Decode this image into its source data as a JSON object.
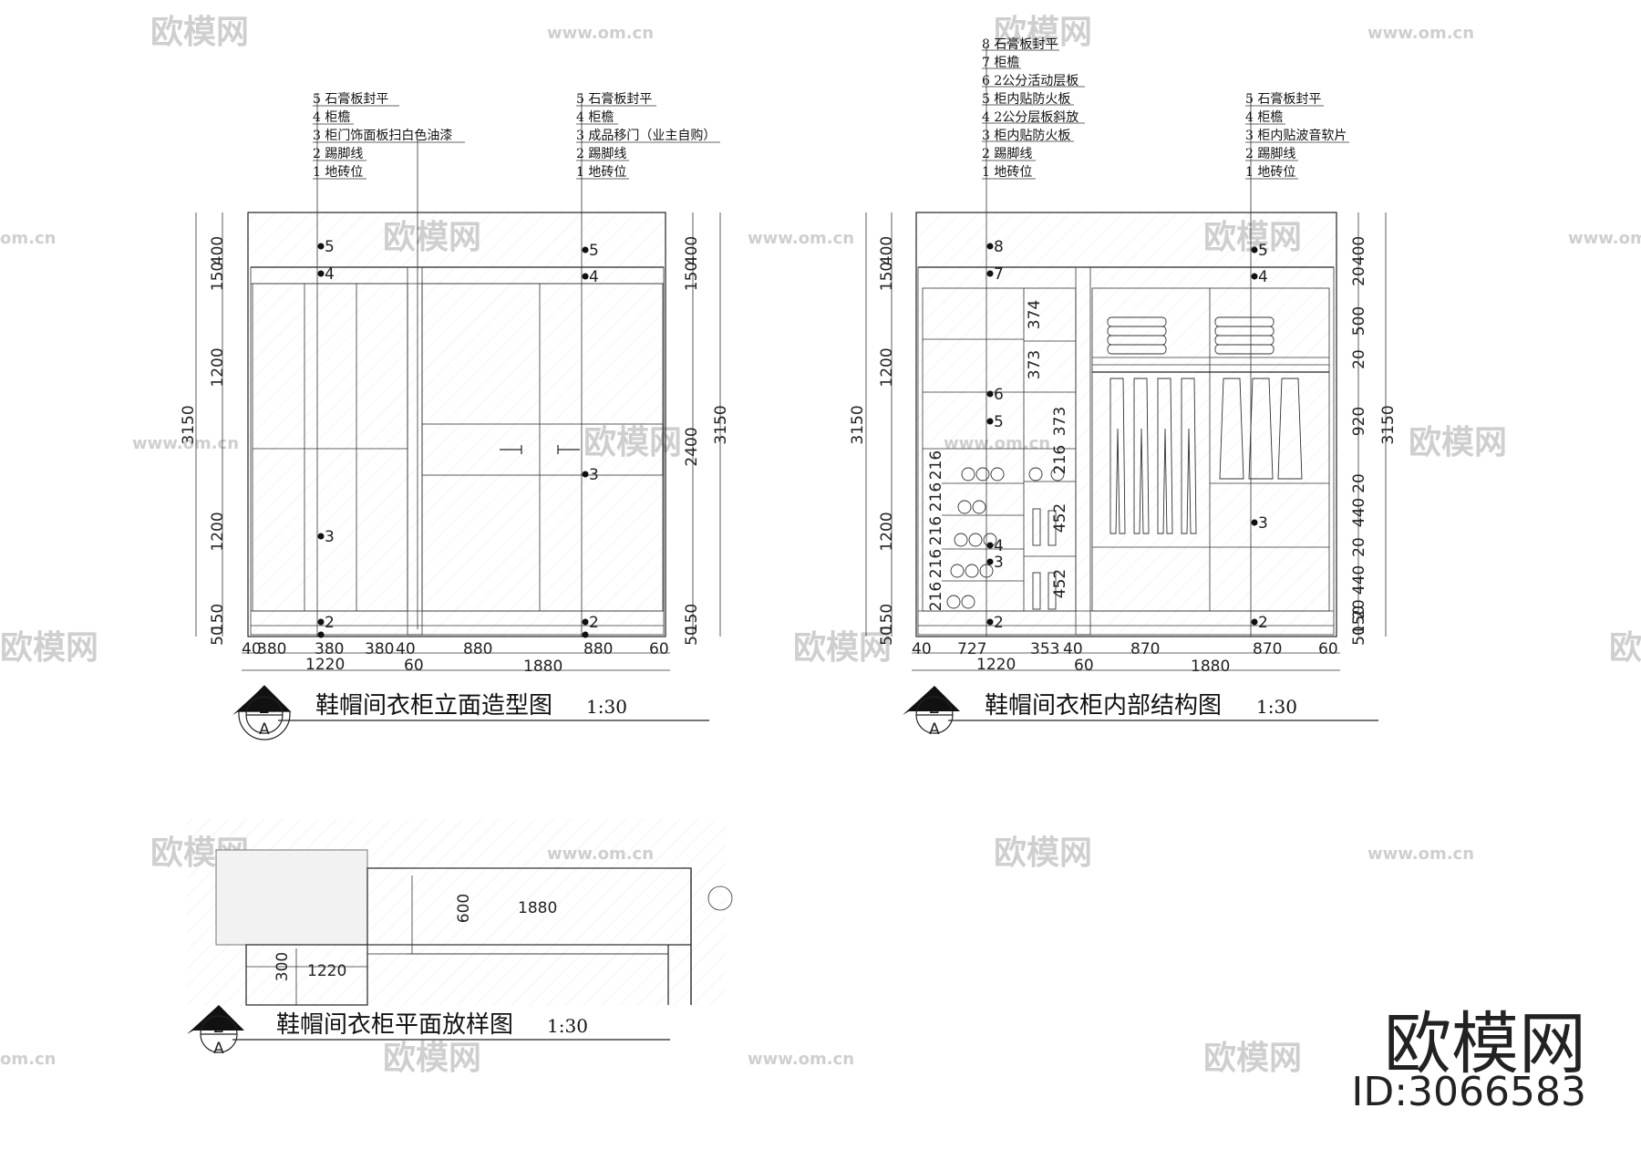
{
  "drawings": {
    "elevation": {
      "title": "鞋帽间衣柜立面造型图",
      "scale": "1:30",
      "badge_num": "2",
      "badge_letter": "A"
    },
    "interior": {
      "title": "鞋帽间衣柜内部结构图",
      "scale": "1:30",
      "badge_num": "2",
      "badge_letter": "A"
    },
    "plan": {
      "title": "鞋帽间衣柜平面放样图",
      "scale": "1:30",
      "badge_num": "2",
      "badge_letter": "A"
    }
  },
  "callouts": {
    "elev_left": [
      "5 石膏板封平",
      "4 柜檐",
      "3 柜门饰面板扫白色油漆",
      "2 踢脚线",
      "1 地砖位"
    ],
    "elev_right": [
      "5 石膏板封平",
      "4 柜檐",
      "3 成品移门（业主自购）",
      "2 踢脚线",
      "1 地砖位"
    ],
    "int_left": [
      "8 石膏板封平",
      "7 柜檐",
      "6 2公分活动层板",
      "5 柜内贴防火板",
      "4 2公分层板斜放",
      "3 柜内贴防火板",
      "2 踢脚线",
      "1 地砖位"
    ],
    "int_right": [
      "5 石膏板封平",
      "4 柜檐",
      "3 柜内贴波音软片",
      "2 踢脚线",
      "1 地砖位"
    ]
  },
  "dimensions": {
    "elev_left_vertical": [
      "400",
      "150",
      "1200",
      "1200",
      "150",
      "50"
    ],
    "elev_overall": "3150",
    "elev_right_vertical": [
      "400",
      "150",
      "2400",
      "150",
      "50"
    ],
    "elev_bottom_row": [
      "40",
      "380",
      "380",
      "380",
      "40",
      "880",
      "880",
      "60"
    ],
    "elev_total_left": "1220",
    "elev_total_right": "1880",
    "elev_mid": "60",
    "int_left_vertical": [
      "400",
      "150",
      "1200",
      "1200",
      "150",
      "50"
    ],
    "int_shelf_heights": [
      "374",
      "373",
      "373"
    ],
    "int_shoe_heights": [
      "216",
      "216",
      "216",
      "216",
      "216"
    ],
    "int_boot_heights": [
      "216",
      "452",
      "452"
    ],
    "int_right_vertical": [
      "400",
      "20",
      "500",
      "20",
      "920",
      "20",
      "440",
      "20",
      "440",
      "20",
      "150",
      "50"
    ],
    "int_bottom_row": [
      "40",
      "727",
      "353",
      "40",
      "870",
      "870",
      "60"
    ],
    "int_total_left": "1220",
    "int_total_right": "1880",
    "int_mid": "60",
    "plan_depth_right": "600",
    "plan_width_right": "1880",
    "plan_depth_left": "300",
    "plan_width_left": "1220"
  },
  "brand": {
    "name": "欧模网",
    "id": "ID:3066583"
  },
  "watermark": {
    "brand": "欧模网",
    "url": "www.om.cn",
    "url_short": "om.cn"
  }
}
